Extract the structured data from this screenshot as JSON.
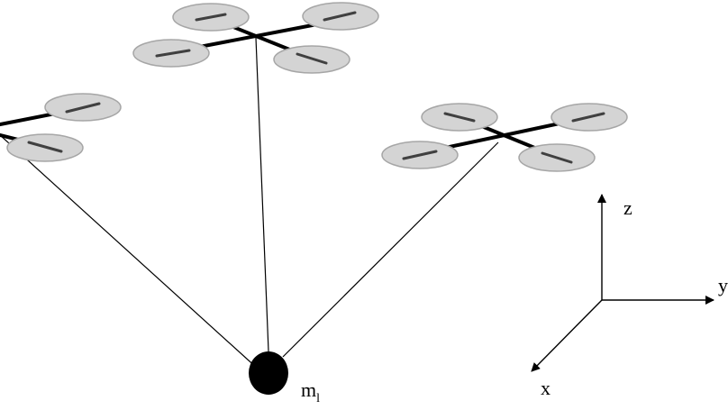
{
  "diagram": {
    "axes": {
      "z": "z",
      "y": "y",
      "x": "x"
    },
    "mass": {
      "symbol": "m",
      "subscript": "l"
    },
    "colors": {
      "propeller_fill": "#d4d4d4",
      "propeller_stroke": "#a6a6a6",
      "arm": "#000000",
      "blade": "#404040",
      "cable": "#000000",
      "mass": "#000000"
    }
  }
}
